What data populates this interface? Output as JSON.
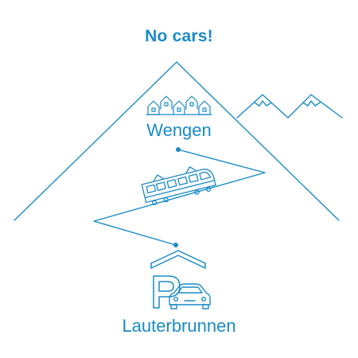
{
  "headline": "No cars!",
  "places": {
    "top": "Wengen",
    "bottom": "Lauterbrunnen"
  },
  "colors": {
    "accent": "#1a8bc6"
  },
  "icons": [
    "houses-icon",
    "train-icon",
    "parking-garage-icon",
    "car-icon",
    "mountain-icon"
  ]
}
